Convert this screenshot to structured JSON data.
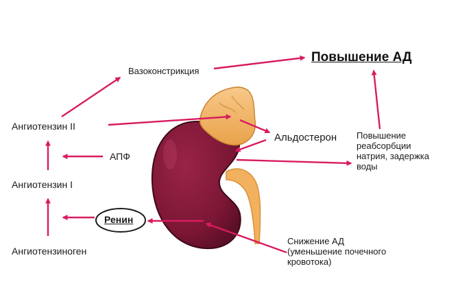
{
  "labels": {
    "title": "Повышение АД",
    "vasoconstriction": "Вазоконстрикция",
    "angiotensin2": "Ангиотензин II",
    "aldosterone": "Альдостерон",
    "apf": "АПФ",
    "angiotensin1": "Ангиотензин I",
    "renin": "Ренин",
    "angiotensinogen": "Ангиотензиноген",
    "sodium_line1": "Повышение",
    "sodium_line2": "реабсорбции",
    "sodium_line3": "натрия, задержка",
    "sodium_line4": "воды",
    "bp_drop_line1": "Снижение АД",
    "bp_drop_line2": "(уменьшение почечного",
    "bp_drop_line3": "кровотока)"
  },
  "colors": {
    "arrow": "#d81b60",
    "kidney": "#7b1634",
    "kidney_dark": "#4e0b20",
    "adrenal": "#f4b96a",
    "ureter": "#f2b15e"
  }
}
